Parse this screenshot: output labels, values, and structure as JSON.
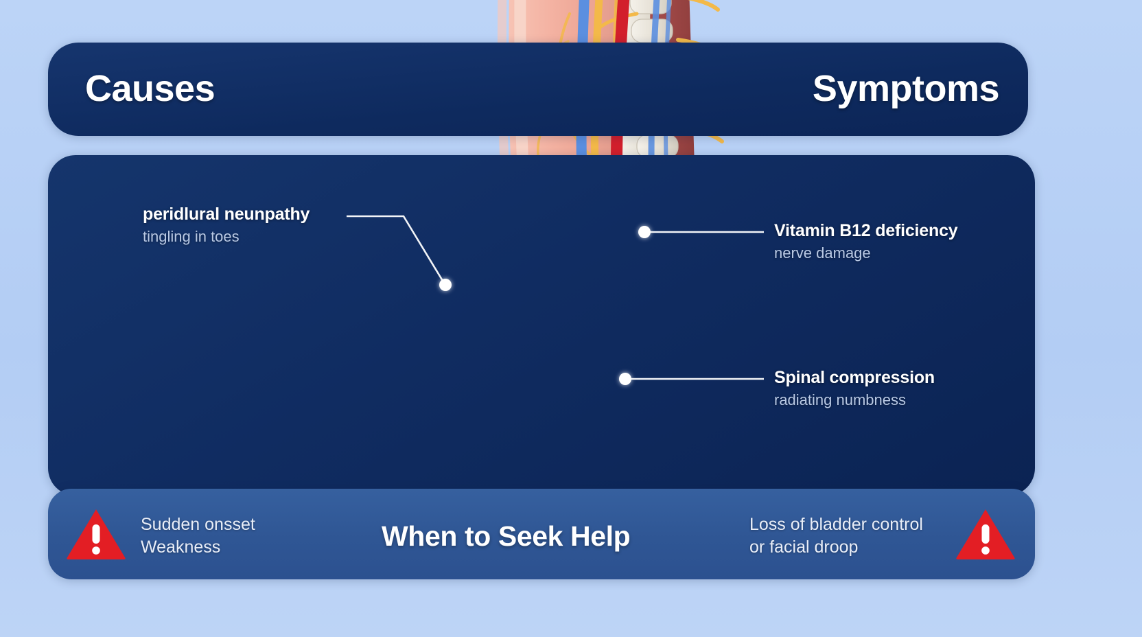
{
  "page": {
    "kind": "medical-infographic",
    "subject": "foot and lower-leg neuroanatomy"
  },
  "header": {
    "left_title": "Causes",
    "right_title": "Symptoms"
  },
  "callouts": [
    {
      "id": "peripheral-neuropathy",
      "title": "peridlural neunpathy",
      "subtitle": "tingling in toes",
      "side": "left"
    },
    {
      "id": "vitamin-b12-deficiency",
      "title": "Vitamin B12 deficiency",
      "subtitle": "nerve damage",
      "side": "right"
    },
    {
      "id": "spinal-compression",
      "title": "Spinal compression",
      "subtitle": "radiating numbness",
      "side": "right"
    }
  ],
  "footer": {
    "center_title": "When to Seek Help",
    "left_warning": {
      "icon": "warning-triangle-icon",
      "line1": "Sudden onsset",
      "line2": "Weakness"
    },
    "right_warning": {
      "icon": "warning-triangle-icon",
      "line1": "Loss of bladder control",
      "line2": "or facial droop"
    }
  },
  "colors": {
    "background": "#b9d2f5",
    "panel_navy": "#0f2d63",
    "header_navy": "#123369",
    "footer_blue": "#33<5c9a",
    "footer_blue_hex": "#335c9a",
    "title_text": "#ffffff",
    "subtitle_text": "#b9c9e4",
    "warning_red": "#e31e24",
    "artery_red": "#d01f2b",
    "vein_blue": "#5b8fe0",
    "nerve_yellow": "#f5b949",
    "bone_cream": "#e8e3da",
    "skin_pink": "#f2aa9c"
  }
}
